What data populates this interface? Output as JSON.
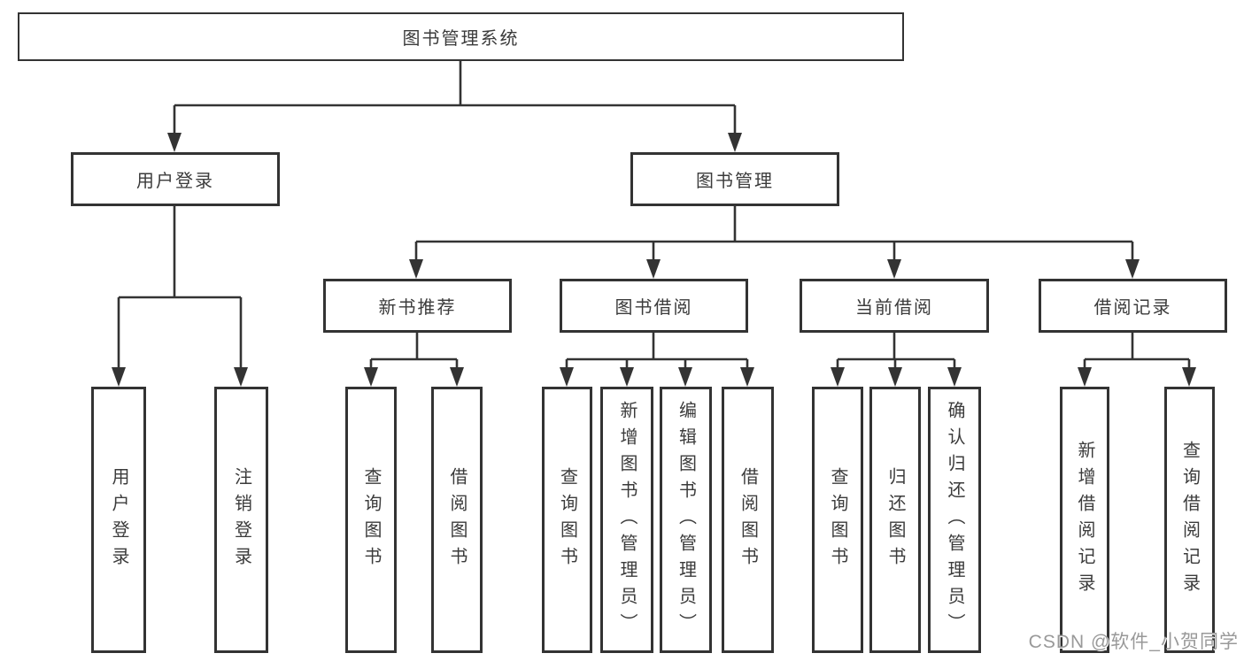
{
  "diagram": {
    "root": {
      "label": "图书管理系统",
      "children": [
        {
          "label": "用户登录",
          "children": [
            {
              "label": "用户登录"
            },
            {
              "label": "注销登录"
            }
          ]
        },
        {
          "label": "图书管理",
          "children": [
            {
              "label": "新书推荐",
              "children": [
                {
                  "label": "查询图书"
                },
                {
                  "label": "借阅图书"
                }
              ]
            },
            {
              "label": "图书借阅",
              "children": [
                {
                  "label": "查询图书"
                },
                {
                  "label": "新增图书（管理员）"
                },
                {
                  "label": "编辑图书（管理员）"
                },
                {
                  "label": "借阅图书"
                }
              ]
            },
            {
              "label": "当前借阅",
              "children": [
                {
                  "label": "查询图书"
                },
                {
                  "label": "归还图书"
                },
                {
                  "label": "确认归还（管理员）"
                }
              ]
            },
            {
              "label": "借阅记录",
              "children": [
                {
                  "label": "新增借阅记录"
                },
                {
                  "label": "查询借阅记录"
                }
              ]
            }
          ]
        }
      ]
    }
  },
  "watermark": {
    "text": "CSDN @软件_小贺同学"
  },
  "colors": {
    "line": "#333333",
    "text": "#3b3b3b",
    "background": "#ffffff",
    "watermark": "#999999"
  }
}
